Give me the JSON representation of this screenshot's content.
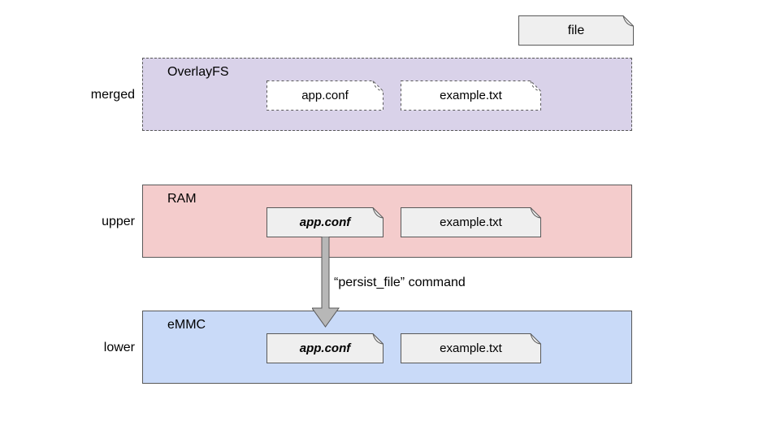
{
  "legend": {
    "label": "file"
  },
  "arrow": {
    "label": "“persist_file” command"
  },
  "layers": [
    {
      "row_label": "merged",
      "box_label": "OverlayFS",
      "files": [
        {
          "name": "app.conf",
          "emphasis": false
        },
        {
          "name": "example.txt",
          "emphasis": false
        }
      ]
    },
    {
      "row_label": "upper",
      "box_label": "RAM",
      "files": [
        {
          "name": "app.conf",
          "emphasis": true
        },
        {
          "name": "example.txt",
          "emphasis": false
        }
      ]
    },
    {
      "row_label": "lower",
      "box_label": "eMMC",
      "files": [
        {
          "name": "app.conf",
          "emphasis": true
        },
        {
          "name": "example.txt",
          "emphasis": false
        }
      ]
    }
  ],
  "palette": {
    "layer-merged-fill": "#d9d2e9",
    "layer-upper-fill": "#f4cccc",
    "layer-lower-fill": "#c9daf8",
    "doc-white-fill": "#ffffff",
    "doc-gray-fill": "#efefef",
    "border-gray": "#595959",
    "arrow-fill": "#b7b7b7",
    "text": "#000000"
  }
}
